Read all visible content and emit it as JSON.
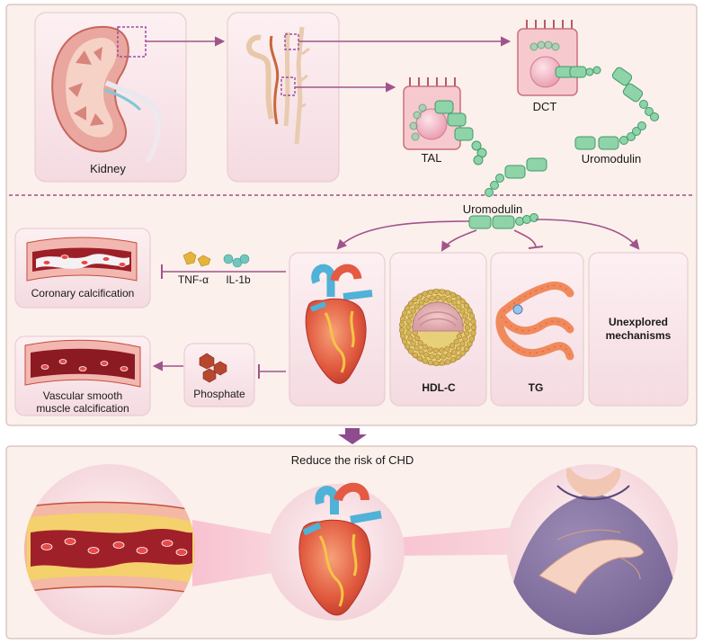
{
  "top_panel": {
    "kidney_label": "Kidney",
    "tal_label": "TAL",
    "dct_label": "DCT",
    "uromodulin_label": "Uromodulin"
  },
  "middle_panel": {
    "uromodulin_label": "Uromodulin",
    "coronary_label": "Coronary calcification",
    "tnf_label": "TNF-α",
    "il_label": "IL-1b",
    "vascular_label_line1": "Vascular smooth",
    "vascular_label_line2": "muscle calcification",
    "phosphate_label": "Phosphate",
    "hdl_label": "HDL-C",
    "tg_label": "TG",
    "unexplored_line1": "Unexplored",
    "unexplored_line2": "mechanisms"
  },
  "bottom_panel": {
    "title": "Reduce the risk of  CHD"
  },
  "colors": {
    "panel_bg": "#fbf1ec",
    "arrow": "#a0548c",
    "uromodulin_green": "#8fd3a8",
    "heart_red": "#e0523c",
    "vessel_dark": "#8b1a22"
  }
}
